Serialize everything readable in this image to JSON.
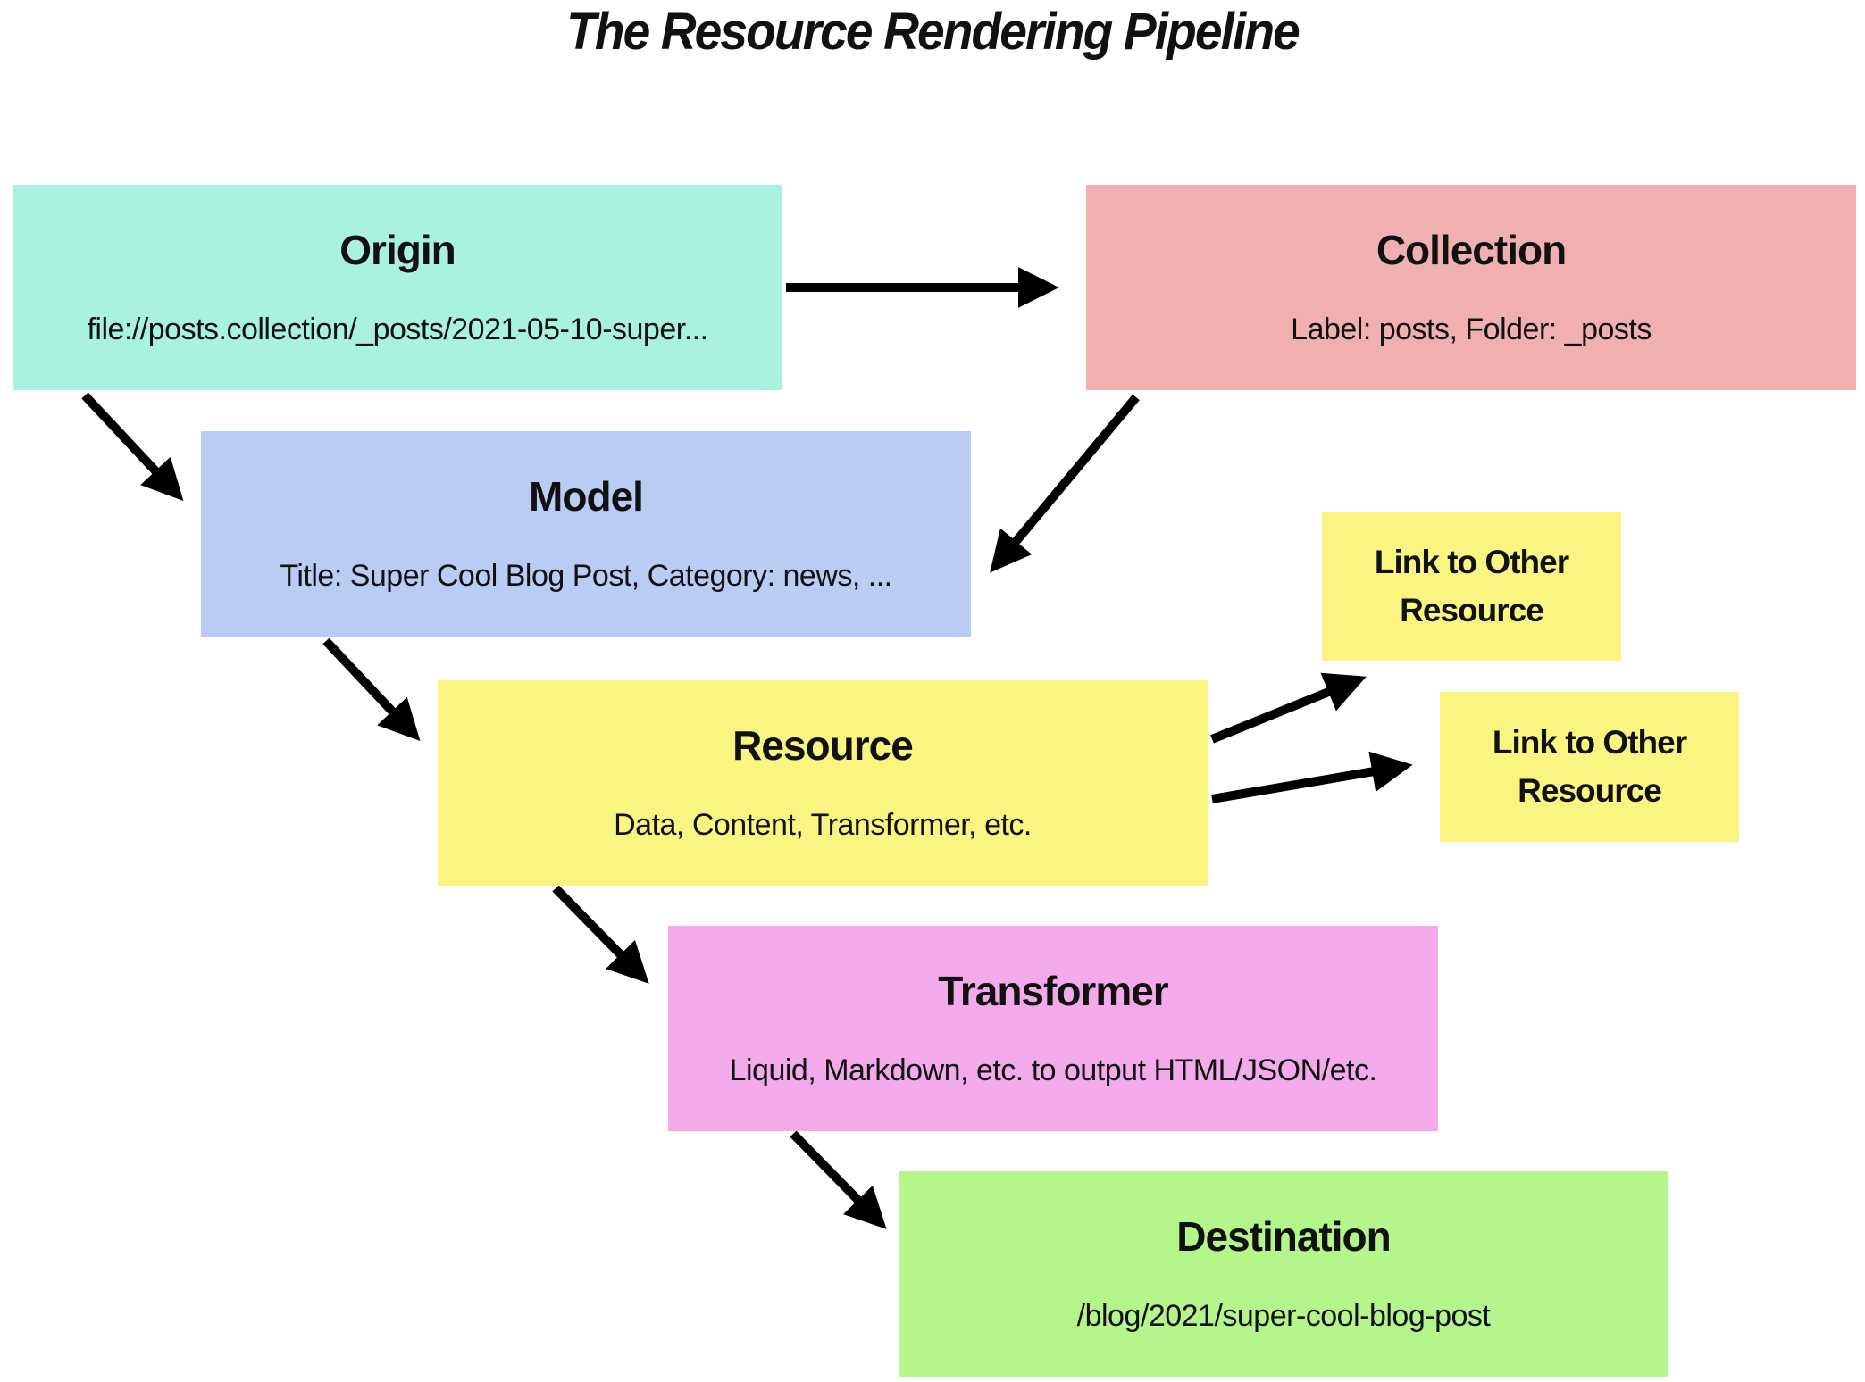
{
  "page": {
    "title": "The Resource Rendering Pipeline"
  },
  "diagram": {
    "arrow_color": "#000000",
    "nodes": {
      "origin": {
        "title": "Origin",
        "subtitle": "file://posts.collection/_posts/2021-05-10-super...",
        "color": "#a9f2e0"
      },
      "collection": {
        "title": "Collection",
        "subtitle": "Label: posts, Folder: _posts",
        "color": "#f0b0b0"
      },
      "model": {
        "title": "Model",
        "subtitle": "Title: Super Cool Blog Post, Category: news, ...",
        "color": "#b9cdf4"
      },
      "resource": {
        "title": "Resource",
        "subtitle": "Data, Content, Transformer, etc.",
        "color": "#faf580"
      },
      "link_other_resource_1": {
        "title": "Link to Other Resource",
        "color": "#faf580"
      },
      "link_other_resource_2": {
        "title": "Link to Other Resource",
        "color": "#faf580"
      },
      "transformer": {
        "title": "Transformer",
        "subtitle": "Liquid, Markdown, etc. to output HTML/JSON/etc.",
        "color": "#f2aaeb"
      },
      "destination": {
        "title": "Destination",
        "subtitle": "/blog/2021/super-cool-blog-post",
        "color": "#b4f58c"
      }
    },
    "edges": [
      {
        "from": "origin",
        "to": "collection"
      },
      {
        "from": "origin",
        "to": "model"
      },
      {
        "from": "collection",
        "to": "model"
      },
      {
        "from": "model",
        "to": "resource"
      },
      {
        "from": "resource",
        "to": "link_other_resource_1"
      },
      {
        "from": "resource",
        "to": "link_other_resource_2"
      },
      {
        "from": "resource",
        "to": "transformer"
      },
      {
        "from": "transformer",
        "to": "destination"
      }
    ]
  }
}
